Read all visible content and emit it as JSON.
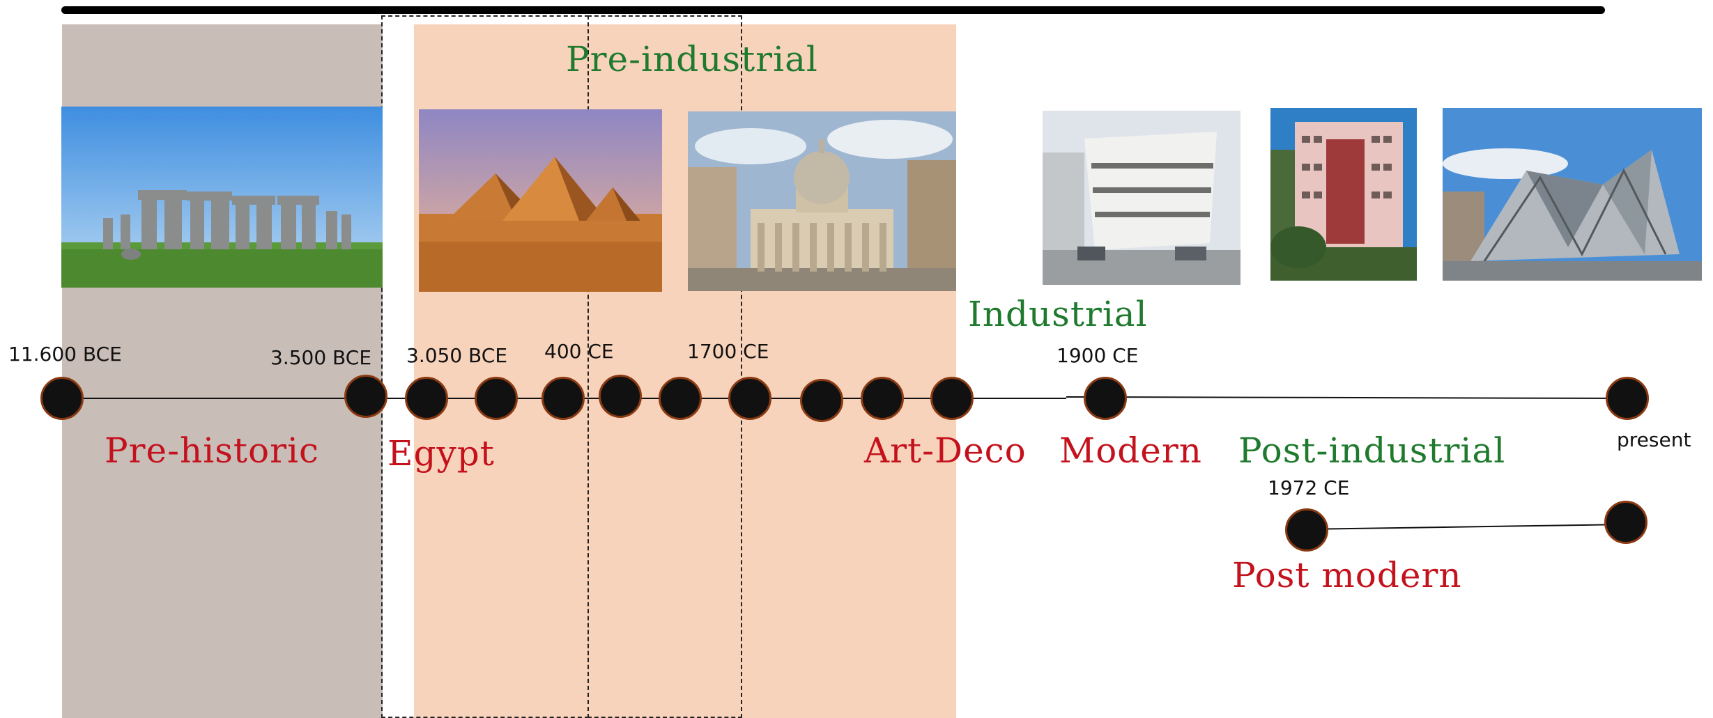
{
  "eras": {
    "pre_industrial": "Pre-industrial",
    "industrial": "Industrial",
    "post_industrial": "Post-industrial"
  },
  "styles": {
    "pre_historic": "Pre-historic",
    "egypt": "Egypt",
    "art_deco": "Art-Deco",
    "modern": "Modern",
    "post_modern": "Post modern"
  },
  "dates": {
    "d_11600_bce": "11.600 BCE",
    "d_3500_bce": "3.500 BCE",
    "d_3050_bce": "3.050 BCE",
    "d_400_ce": "400 CE",
    "d_1700_ce": "1700 CE",
    "d_1900_ce": "1900 CE",
    "d_1972_ce": "1972 CE",
    "present": "present"
  },
  "photos": {
    "stonehenge": "stonehenge-photo",
    "pyramids": "pyramids-photo",
    "st_peters": "basilica-photo",
    "guggenheim": "guggenheim-photo",
    "portland": "portland-building-photo",
    "rom_crystal": "crystal-museum-photo"
  },
  "colors": {
    "era_label": "#1f7a2e",
    "style_label": "#c4121d",
    "prehistoric_band": "#c9bdb8",
    "preindustrial_band": "#f8d3bc"
  }
}
